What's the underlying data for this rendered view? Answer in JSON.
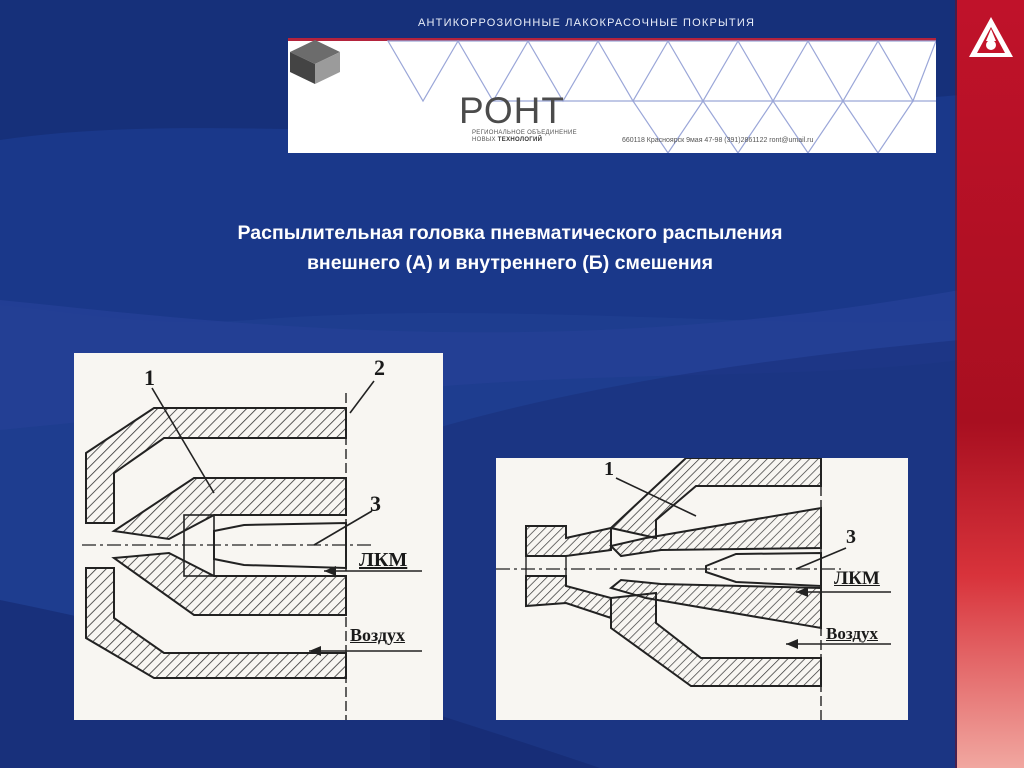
{
  "header": {
    "tagline": "АНТИКОРРОЗИОННЫЕ ЛАКОКРАСОЧНЫЕ ПОКРЫТИЯ"
  },
  "banner": {
    "brand": "РОНТ",
    "subtitle_line1": "РЕГИОНАЛЬНОЕ ОБЪЕДИНЕНИЕ",
    "subtitle_line2": "НОВЫХ ",
    "subtitle_line2_bold": "ТЕХНОЛОГИЙ",
    "contact": "660118 Красноярск 9мая 47-98 (391)2861122 ront@umail.ru"
  },
  "slide": {
    "title_line1": "Распылительная головка пневматического распыления",
    "title_line2": "внешнего (А) и внутреннего (Б) смешения"
  },
  "figure_a": {
    "label_1": "1",
    "label_2": "2",
    "label_3": "3",
    "label_paint": "ЛКМ",
    "label_air": "Воздух"
  },
  "figure_b": {
    "label_1": "1",
    "label_3": "3",
    "label_paint": "ЛКМ",
    "label_air": "Воздух"
  },
  "colors": {
    "background": "#1d3c8e",
    "sidebar_red": "#c4142a",
    "banner_accent": "#b4233c",
    "title_text": "#ffffff"
  }
}
